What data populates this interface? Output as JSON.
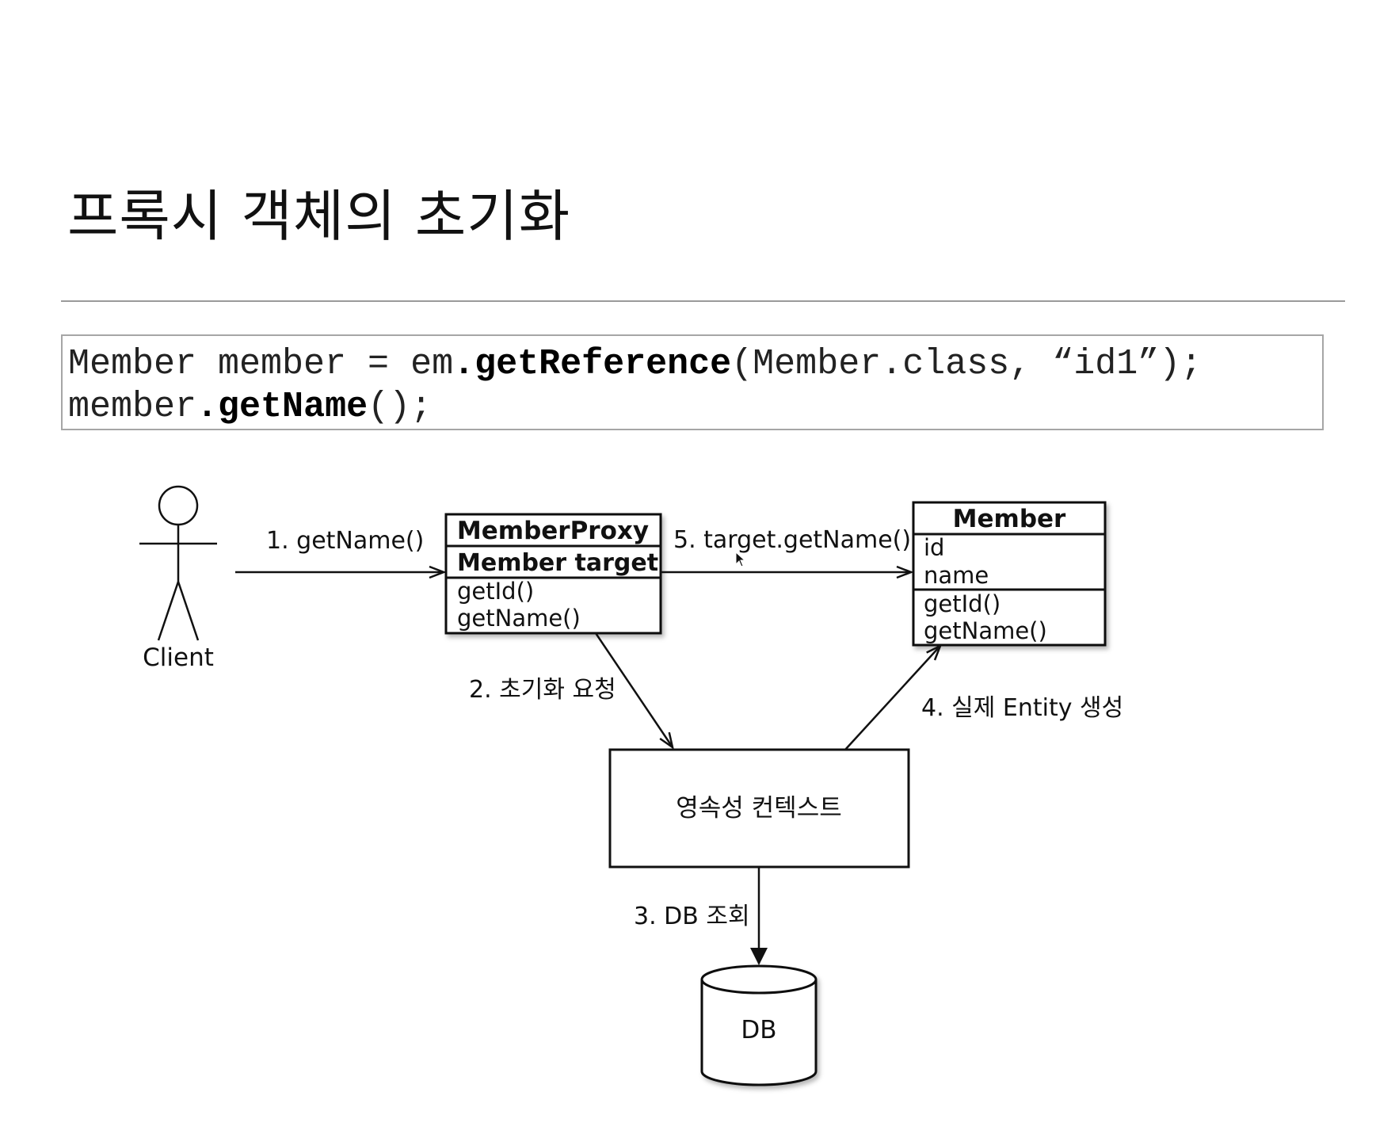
{
  "title": "프록시 객체의 초기화",
  "code": {
    "line1": {
      "part1": "Member member = em",
      "dot": ".",
      "method": "getReference",
      "part2": "(Member.class, “id1”);"
    },
    "line2": {
      "part1": "member",
      "dot": ".",
      "method": "getName",
      "part2": "();"
    }
  },
  "diagram": {
    "client_label": "Client",
    "proxy": {
      "name": "MemberProxy",
      "field": "Member target",
      "methods": [
        "getId()",
        "getName()"
      ]
    },
    "member": {
      "name": "Member",
      "fields": [
        "id",
        "name"
      ],
      "methods": [
        "getId()",
        "getName()"
      ]
    },
    "context_label": "영속성 컨텍스트",
    "db_label": "DB",
    "steps": {
      "step1": "1. getName()",
      "step2": "2. 초기화 요청",
      "step3": "3. DB 조회",
      "step4": "4. 실제 Entity 생성",
      "step5": "5. target.getName()"
    }
  }
}
